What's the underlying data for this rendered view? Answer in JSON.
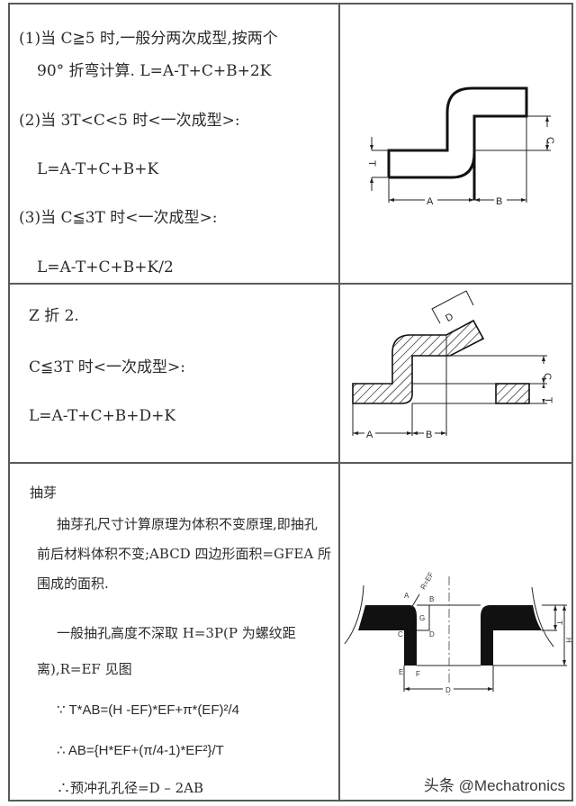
{
  "rows": [
    {
      "lines": [
        "(1)当  C≧5  时,一般分两次成型,按两个",
        "90°  折弯计算.    L=A-T+C+B+2K",
        "(2)当  3T<C<5 时<一次成型>:",
        "L=A-T+C+B+K",
        "(3)当 C≦3T 时<一次成型>:",
        "L=A-T+C+B+K/2"
      ],
      "diagram": {
        "labels": {
          "a": "A",
          "b": "B",
          "c": "C",
          "t": "T"
        }
      }
    },
    {
      "lines": [
        "Z 折 2.",
        "C≦3T 时<一次成型>:",
        "L=A-T+C+B+D+K"
      ],
      "diagram": {
        "labels": {
          "a": "A",
          "b": "B",
          "c": "C",
          "t": "T",
          "d": "D"
        }
      }
    },
    {
      "lines": [
        "抽芽",
        "抽芽孔尺寸计算原理为体积不变原理,即抽孔",
        "前后材料体积不变;ABCD 四边形面积=GFEA 所",
        "围成的面积.",
        "一般抽孔高度不深取  H=3P(P  为螺纹距",
        "离),R=EF 见图",
        "∵  T*AB=(H -EF)*EF+π*(EF)²/4",
        "∴  AB={H*EF+(π/4-1)*EF²}/T",
        "∴预冲孔孔径=D – 2AB"
      ],
      "diagram": {
        "labels": {
          "a": "A",
          "b": "B",
          "c": "C",
          "d": "D",
          "e": "E",
          "f": "F",
          "g": "G",
          "t": "T",
          "h": "H",
          "r": "R=EF",
          "dim_d": "D"
        }
      }
    }
  ],
  "watermark": "头条 @Mechatronics",
  "colors": {
    "border": "#5a5a5a",
    "text": "#2b2b2b",
    "ink": "#111111"
  }
}
